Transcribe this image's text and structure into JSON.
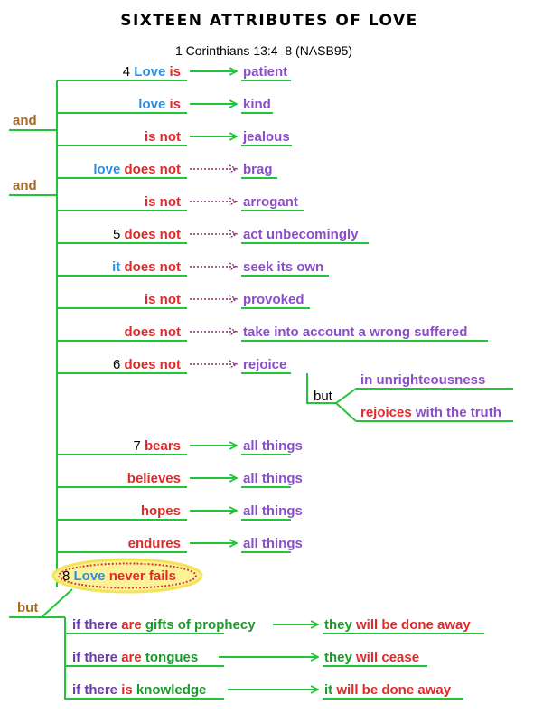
{
  "title": "SIXTEEN ATTRIBUTES OF LOVE",
  "reference": "1 Corinthians 13:4–8 (NASB95)",
  "connectors": {
    "and1": "and",
    "and2": "and",
    "but_main": "but",
    "but_rejoice": "but"
  },
  "rows": [
    {
      "num": "4",
      "subject": "Love",
      "verb": "is",
      "object": "patient"
    },
    {
      "num": "",
      "subject": "love",
      "verb": "is",
      "object": "kind"
    },
    {
      "num": "",
      "subject": "",
      "verb": "is not",
      "object": "jealous"
    },
    {
      "num": "",
      "subject": "love",
      "verb": "does not",
      "object": "brag"
    },
    {
      "num": "",
      "subject": "",
      "verb": "is not",
      "object": "arrogant"
    },
    {
      "num": "5",
      "subject": "",
      "verb": "does not",
      "object": "act unbecomingly"
    },
    {
      "num": "",
      "subject": "it",
      "verb": "does not",
      "object": "seek its own"
    },
    {
      "num": "",
      "subject": "",
      "verb": "is not",
      "object": "provoked"
    },
    {
      "num": "",
      "subject": "",
      "verb": "does not",
      "object": "take into account a wrong suffered"
    },
    {
      "num": "6",
      "subject": "",
      "verb": "does not",
      "object": "rejoice"
    },
    {
      "num": "7",
      "subject": "",
      "verb": "bears",
      "object": "all things"
    },
    {
      "num": "",
      "subject": "",
      "verb": "believes",
      "object": "all things"
    },
    {
      "num": "",
      "subject": "",
      "verb": "hopes",
      "object": "all things"
    },
    {
      "num": "",
      "subject": "",
      "verb": "endures",
      "object": "all things"
    }
  ],
  "rejoice_branch": {
    "first": "in unrighteousness",
    "second_verb": "rejoices",
    "second_rest": "with the truth"
  },
  "highlight": {
    "num": "8",
    "subject": "Love",
    "verb": "never fails"
  },
  "conditions": [
    {
      "if": "if there",
      "verb": "are",
      "noun": "gifts of prophecy",
      "subj": "they",
      "result": "will be done away"
    },
    {
      "if": "if there",
      "verb": "are",
      "noun": "tongues",
      "subj": "they",
      "result": "will cease"
    },
    {
      "if": "if there",
      "verb": "is",
      "noun": "knowledge",
      "subj": "it",
      "result": "will be done away"
    }
  ]
}
